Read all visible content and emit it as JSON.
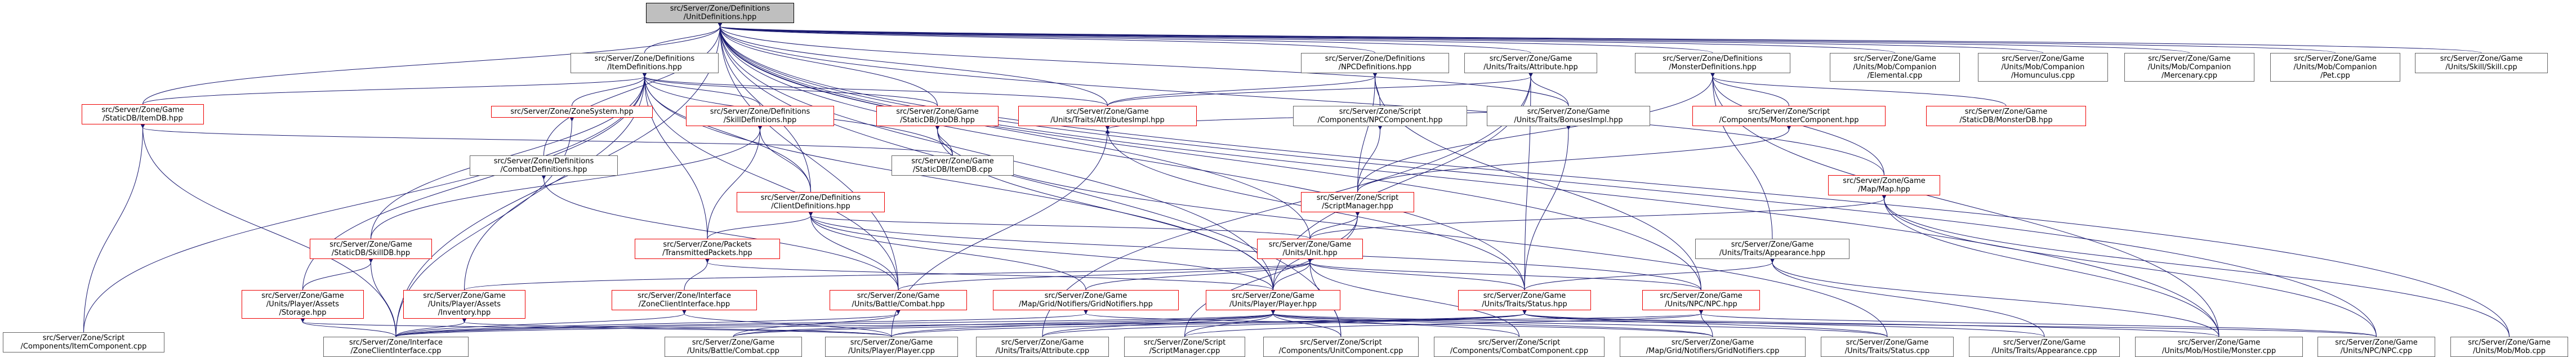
{
  "colors": {
    "edge": "#191970",
    "border_normal": "#666666",
    "border_highlight": "#ee0000",
    "root_fill": "#bfbfbf"
  },
  "nodes": [
    {
      "id": "root",
      "lines": [
        "src/Server/Zone/Definitions",
        "/UnitDefinitions.hpp"
      ],
      "kind": "root"
    },
    {
      "id": "itemdefs",
      "lines": [
        "src/Server/Zone/Definitions",
        "/ItemDefinitions.hpp"
      ],
      "kind": "normal"
    },
    {
      "id": "npcdefs",
      "lines": [
        "src/Server/Zone/Definitions",
        "/NPCDefinitions.hpp"
      ],
      "kind": "normal"
    },
    {
      "id": "traitsattr",
      "lines": [
        "src/Server/Zone/Game",
        "/Units/Traits/Attribute.hpp"
      ],
      "kind": "normal"
    },
    {
      "id": "monsterdefs",
      "lines": [
        "src/Server/Zone/Definitions",
        "/MonsterDefinitions.hpp"
      ],
      "kind": "normal"
    },
    {
      "id": "compelemental",
      "lines": [
        "src/Server/Zone/Game",
        "/Units/Mob/Companion",
        "/Elemental.cpp"
      ],
      "kind": "normal"
    },
    {
      "id": "comphomun",
      "lines": [
        "src/Server/Zone/Game",
        "/Units/Mob/Companion",
        "/Homunculus.cpp"
      ],
      "kind": "normal"
    },
    {
      "id": "compmerc",
      "lines": [
        "src/Server/Zone/Game",
        "/Units/Mob/Companion",
        "/Mercenary.cpp"
      ],
      "kind": "normal"
    },
    {
      "id": "comppet",
      "lines": [
        "src/Server/Zone/Game",
        "/Units/Mob/Companion",
        "/Pet.cpp"
      ],
      "kind": "normal"
    },
    {
      "id": "skillcpp",
      "lines": [
        "src/Server/Zone/Game",
        "/Units/Skill/Skill.cpp"
      ],
      "kind": "normal"
    },
    {
      "id": "itemdbhpp",
      "lines": [
        "src/Server/Zone/Game",
        "/StaticDB/ItemDB.hpp"
      ],
      "kind": "highlight"
    },
    {
      "id": "zonesystem",
      "lines": [
        "src/Server/Zone/ZoneSystem.hpp"
      ],
      "kind": "highlight"
    },
    {
      "id": "skilldefs",
      "lines": [
        "src/Server/Zone/Definitions",
        "/SkillDefinitions.hpp"
      ],
      "kind": "highlight"
    },
    {
      "id": "jobdbhpp",
      "lines": [
        "src/Server/Zone/Game",
        "/StaticDB/JobDB.hpp"
      ],
      "kind": "highlight"
    },
    {
      "id": "attrimpl",
      "lines": [
        "src/Server/Zone/Game",
        "/Units/Traits/AttributesImpl.hpp"
      ],
      "kind": "highlight"
    },
    {
      "id": "npccomp",
      "lines": [
        "src/Server/Zone/Script",
        "/Components/NPCComponent.hpp"
      ],
      "kind": "normal"
    },
    {
      "id": "bonusesimpl",
      "lines": [
        "src/Server/Zone/Game",
        "/Units/Traits/BonusesImpl.hpp"
      ],
      "kind": "normal"
    },
    {
      "id": "moncomp",
      "lines": [
        "src/Server/Zone/Script",
        "/Components/MonsterComponent.hpp"
      ],
      "kind": "highlight"
    },
    {
      "id": "mondbhpp",
      "lines": [
        "src/Server/Zone/Game",
        "/StaticDB/MonsterDB.hpp"
      ],
      "kind": "highlight"
    },
    {
      "id": "combatdefs",
      "lines": [
        "src/Server/Zone/Definitions",
        "/CombatDefinitions.hpp"
      ],
      "kind": "normal"
    },
    {
      "id": "itemdbcpp",
      "lines": [
        "src/Server/Zone/Game",
        "/StaticDB/ItemDB.cpp"
      ],
      "kind": "normal"
    },
    {
      "id": "clientdefs",
      "lines": [
        "src/Server/Zone/Definitions",
        "/ClientDefinitions.hpp"
      ],
      "kind": "highlight"
    },
    {
      "id": "scriptmgr",
      "lines": [
        "src/Server/Zone/Script",
        "/ScriptManager.hpp"
      ],
      "kind": "highlight"
    },
    {
      "id": "maphpp",
      "lines": [
        "src/Server/Zone/Game",
        "/Map/Map.hpp"
      ],
      "kind": "highlight"
    },
    {
      "id": "skilldbhpp",
      "lines": [
        "src/Server/Zone/Game",
        "/StaticDB/SkillDB.hpp"
      ],
      "kind": "highlight"
    },
    {
      "id": "transmitted",
      "lines": [
        "src/Server/Zone/Packets",
        "/TransmittedPackets.hpp"
      ],
      "kind": "highlight"
    },
    {
      "id": "unithpp",
      "lines": [
        "src/Server/Zone/Game",
        "/Units/Unit.hpp"
      ],
      "kind": "highlight"
    },
    {
      "id": "appearhpp",
      "lines": [
        "src/Server/Zone/Game",
        "/Units/Traits/Appearance.hpp"
      ],
      "kind": "normal"
    },
    {
      "id": "storagehpp",
      "lines": [
        "src/Server/Zone/Game",
        "/Units/Player/Assets",
        "/Storage.hpp"
      ],
      "kind": "highlight"
    },
    {
      "id": "inventoryhpp",
      "lines": [
        "src/Server/Zone/Game",
        "/Units/Player/Assets",
        "/Inventory.hpp"
      ],
      "kind": "highlight"
    },
    {
      "id": "zoneclienthpp",
      "lines": [
        "src/Server/Zone/Interface",
        "/ZoneClientInterface.hpp"
      ],
      "kind": "highlight"
    },
    {
      "id": "combathpp",
      "lines": [
        "src/Server/Zone/Game",
        "/Units/Battle/Combat.hpp"
      ],
      "kind": "highlight"
    },
    {
      "id": "gridnotifhpp",
      "lines": [
        "src/Server/Zone/Game",
        "/Map/Grid/Notifiers/GridNotifiers.hpp"
      ],
      "kind": "highlight"
    },
    {
      "id": "playerhpp",
      "lines": [
        "src/Server/Zone/Game",
        "/Units/Player/Player.hpp"
      ],
      "kind": "highlight"
    },
    {
      "id": "statushpp",
      "lines": [
        "src/Server/Zone/Game",
        "/Units/Traits/Status.hpp"
      ],
      "kind": "highlight"
    },
    {
      "id": "npchpp",
      "lines": [
        "src/Server/Zone/Game",
        "/Units/NPC/NPC.hpp"
      ],
      "kind": "highlight"
    },
    {
      "id": "itemcompcpp",
      "lines": [
        "src/Server/Zone/Script",
        "/Components/ItemComponent.cpp"
      ],
      "kind": "normal"
    },
    {
      "id": "zoneclientcpp",
      "lines": [
        "src/Server/Zone/Interface",
        "/ZoneClientInterface.cpp"
      ],
      "kind": "normal"
    },
    {
      "id": "combatcpp",
      "lines": [
        "src/Server/Zone/Game",
        "/Units/Battle/Combat.cpp"
      ],
      "kind": "normal"
    },
    {
      "id": "playercpp",
      "lines": [
        "src/Server/Zone/Game",
        "/Units/Player/Player.cpp"
      ],
      "kind": "normal"
    },
    {
      "id": "attributecpp",
      "lines": [
        "src/Server/Zone/Game",
        "/Units/Traits/Attribute.cpp"
      ],
      "kind": "normal"
    },
    {
      "id": "scriptmgrcpp",
      "lines": [
        "src/Server/Zone/Script",
        "/ScriptManager.cpp"
      ],
      "kind": "normal"
    },
    {
      "id": "unitcompcpp",
      "lines": [
        "src/Server/Zone/Script",
        "/Components/UnitComponent.cpp"
      ],
      "kind": "normal"
    },
    {
      "id": "combatcompcpp",
      "lines": [
        "src/Server/Zone/Script",
        "/Components/CombatComponent.cpp"
      ],
      "kind": "normal"
    },
    {
      "id": "gridnotifcpp",
      "lines": [
        "src/Server/Zone/Game",
        "/Map/Grid/Notifiers/GridNotifiers.cpp"
      ],
      "kind": "normal"
    },
    {
      "id": "statuscpp",
      "lines": [
        "src/Server/Zone/Game",
        "/Units/Traits/Status.cpp"
      ],
      "kind": "normal"
    },
    {
      "id": "appearcpp",
      "lines": [
        "src/Server/Zone/Game",
        "/Units/Traits/Appearance.cpp"
      ],
      "kind": "normal"
    },
    {
      "id": "hostilecpp",
      "lines": [
        "src/Server/Zone/Game",
        "/Units/Mob/Hostile/Monster.cpp"
      ],
      "kind": "normal"
    },
    {
      "id": "npccpp",
      "lines": [
        "src/Server/Zone/Game",
        "/Units/NPC/NPC.cpp"
      ],
      "kind": "normal"
    },
    {
      "id": "mobcpp",
      "lines": [
        "src/Server/Zone/Game",
        "/Units/Mob/Mob.cpp"
      ],
      "kind": "normal"
    }
  ],
  "edges": [
    [
      "root",
      "itemdefs"
    ],
    [
      "root",
      "npcdefs"
    ],
    [
      "root",
      "traitsattr"
    ],
    [
      "root",
      "monsterdefs"
    ],
    [
      "root",
      "compelemental"
    ],
    [
      "root",
      "comphomun"
    ],
    [
      "root",
      "compmerc"
    ],
    [
      "root",
      "comppet"
    ],
    [
      "root",
      "skillcpp"
    ],
    [
      "root",
      "itemdbhpp"
    ],
    [
      "root",
      "zoneclientcpp"
    ],
    [
      "root",
      "combatdefs"
    ],
    [
      "root",
      "clientdefs"
    ],
    [
      "root",
      "jobdbhpp"
    ],
    [
      "root",
      "playerhpp"
    ],
    [
      "root",
      "unithpp"
    ],
    [
      "root",
      "statushpp"
    ],
    [
      "root",
      "npchpp"
    ],
    [
      "root",
      "maphpp"
    ],
    [
      "root",
      "hostilecpp"
    ],
    [
      "root",
      "npccpp"
    ],
    [
      "root",
      "mobcpp"
    ],
    [
      "root",
      "bonusesimpl"
    ],
    [
      "root",
      "attrimpl"
    ],
    [
      "root",
      "unitcompcpp"
    ],
    [
      "root",
      "combathpp"
    ],
    [
      "itemdefs",
      "itemdbhpp"
    ],
    [
      "itemdefs",
      "zonesystem"
    ],
    [
      "itemdefs",
      "skilldefs"
    ],
    [
      "itemdefs",
      "jobdbhpp"
    ],
    [
      "itemdefs",
      "attrimpl"
    ],
    [
      "itemdefs",
      "clientdefs"
    ],
    [
      "itemdefs",
      "transmitted"
    ],
    [
      "itemdefs",
      "storagehpp"
    ],
    [
      "itemdefs",
      "inventoryhpp"
    ],
    [
      "itemdefs",
      "playerhpp"
    ],
    [
      "itemdefs",
      "itemdbcpp"
    ],
    [
      "itemdefs",
      "itemcompcpp"
    ],
    [
      "itemdefs",
      "combathpp"
    ],
    [
      "itemdefs",
      "skilldbhpp"
    ],
    [
      "npcdefs",
      "npccomp"
    ],
    [
      "npcdefs",
      "scriptmgr"
    ],
    [
      "npcdefs",
      "npchpp"
    ],
    [
      "npcdefs",
      "attrimpl"
    ],
    [
      "traitsattr",
      "attrimpl"
    ],
    [
      "traitsattr",
      "bonusesimpl"
    ],
    [
      "traitsattr",
      "statushpp"
    ],
    [
      "traitsattr",
      "playerhpp"
    ],
    [
      "traitsattr",
      "attributecpp"
    ],
    [
      "monsterdefs",
      "moncomp"
    ],
    [
      "monsterdefs",
      "mondbhpp"
    ],
    [
      "monsterdefs",
      "maphpp"
    ],
    [
      "monsterdefs",
      "scriptmgr"
    ],
    [
      "monsterdefs",
      "hostilecpp"
    ],
    [
      "monsterdefs",
      "appearhpp"
    ],
    [
      "itemdbhpp",
      "itemcompcpp"
    ],
    [
      "itemdbhpp",
      "zoneclientcpp"
    ],
    [
      "itemdbhpp",
      "itemdbcpp"
    ],
    [
      "zonesystem",
      "zoneclientcpp"
    ],
    [
      "skilldefs",
      "skilldbhpp"
    ],
    [
      "skilldefs",
      "transmitted"
    ],
    [
      "skilldefs",
      "clientdefs"
    ],
    [
      "jobdbhpp",
      "playerhpp"
    ],
    [
      "jobdbhpp",
      "itemdbcpp"
    ],
    [
      "jobdbhpp",
      "statuscpp"
    ],
    [
      "attrimpl",
      "bonusesimpl"
    ],
    [
      "attrimpl",
      "statushpp"
    ],
    [
      "attrimpl",
      "playercpp"
    ],
    [
      "npccomp",
      "scriptmgr"
    ],
    [
      "moncomp",
      "scriptmgr"
    ],
    [
      "bonusesimpl",
      "statushpp"
    ],
    [
      "combatdefs",
      "combathpp"
    ],
    [
      "clientdefs",
      "transmitted"
    ],
    [
      "clientdefs",
      "unithpp"
    ],
    [
      "clientdefs",
      "playerhpp"
    ],
    [
      "clientdefs",
      "npchpp"
    ],
    [
      "clientdefs",
      "combathpp"
    ],
    [
      "clientdefs",
      "gridnotifhpp"
    ],
    [
      "scriptmgr",
      "unithpp"
    ],
    [
      "scriptmgr",
      "scriptmgrcpp"
    ],
    [
      "scriptmgr",
      "playerhpp"
    ],
    [
      "maphpp",
      "unithpp"
    ],
    [
      "maphpp",
      "hostilecpp"
    ],
    [
      "maphpp",
      "npccpp"
    ],
    [
      "maphpp",
      "mobcpp"
    ],
    [
      "skilldbhpp",
      "zoneclientcpp"
    ],
    [
      "skilldbhpp",
      "storagehpp"
    ],
    [
      "transmitted",
      "zoneclienthpp"
    ],
    [
      "transmitted",
      "playerhpp"
    ],
    [
      "unithpp",
      "inventoryhpp"
    ],
    [
      "unithpp",
      "combathpp"
    ],
    [
      "unithpp",
      "gridnotifhpp"
    ],
    [
      "unithpp",
      "playerhpp"
    ],
    [
      "unithpp",
      "statushpp"
    ],
    [
      "unithpp",
      "npchpp"
    ],
    [
      "unithpp",
      "combatcompcpp"
    ],
    [
      "unithpp",
      "unitcompcpp"
    ],
    [
      "appearhpp",
      "statushpp"
    ],
    [
      "appearhpp",
      "appearcpp"
    ],
    [
      "appearhpp",
      "hostilecpp"
    ],
    [
      "storagehpp",
      "zoneclientcpp"
    ],
    [
      "storagehpp",
      "playercpp"
    ],
    [
      "inventoryhpp",
      "zoneclientcpp"
    ],
    [
      "inventoryhpp",
      "playercpp"
    ],
    [
      "zoneclienthpp",
      "zoneclientcpp"
    ],
    [
      "zoneclienthpp",
      "playercpp"
    ],
    [
      "combathpp",
      "combatcpp"
    ],
    [
      "combathpp",
      "zoneclientcpp"
    ],
    [
      "gridnotifhpp",
      "gridnotifcpp"
    ],
    [
      "gridnotifhpp",
      "zoneclientcpp"
    ],
    [
      "playerhpp",
      "zoneclientcpp"
    ],
    [
      "playerhpp",
      "combatcpp"
    ],
    [
      "playerhpp",
      "playercpp"
    ],
    [
      "playerhpp",
      "attributecpp"
    ],
    [
      "playerhpp",
      "scriptmgrcpp"
    ],
    [
      "playerhpp",
      "unitcompcpp"
    ],
    [
      "playerhpp",
      "combatcompcpp"
    ],
    [
      "playerhpp",
      "gridnotifcpp"
    ],
    [
      "playerhpp",
      "statuscpp"
    ],
    [
      "playerhpp",
      "npccpp"
    ],
    [
      "statushpp",
      "statuscpp"
    ],
    [
      "statushpp",
      "appearcpp"
    ],
    [
      "statushpp",
      "hostilecpp"
    ],
    [
      "statushpp",
      "combatcpp"
    ],
    [
      "statushpp",
      "attributecpp"
    ],
    [
      "statushpp",
      "playercpp"
    ],
    [
      "npchpp",
      "npccpp"
    ],
    [
      "npchpp",
      "gridnotifcpp"
    ],
    [
      "npchpp",
      "scriptmgrcpp"
    ],
    [
      "npchpp",
      "zoneclientcpp"
    ]
  ]
}
